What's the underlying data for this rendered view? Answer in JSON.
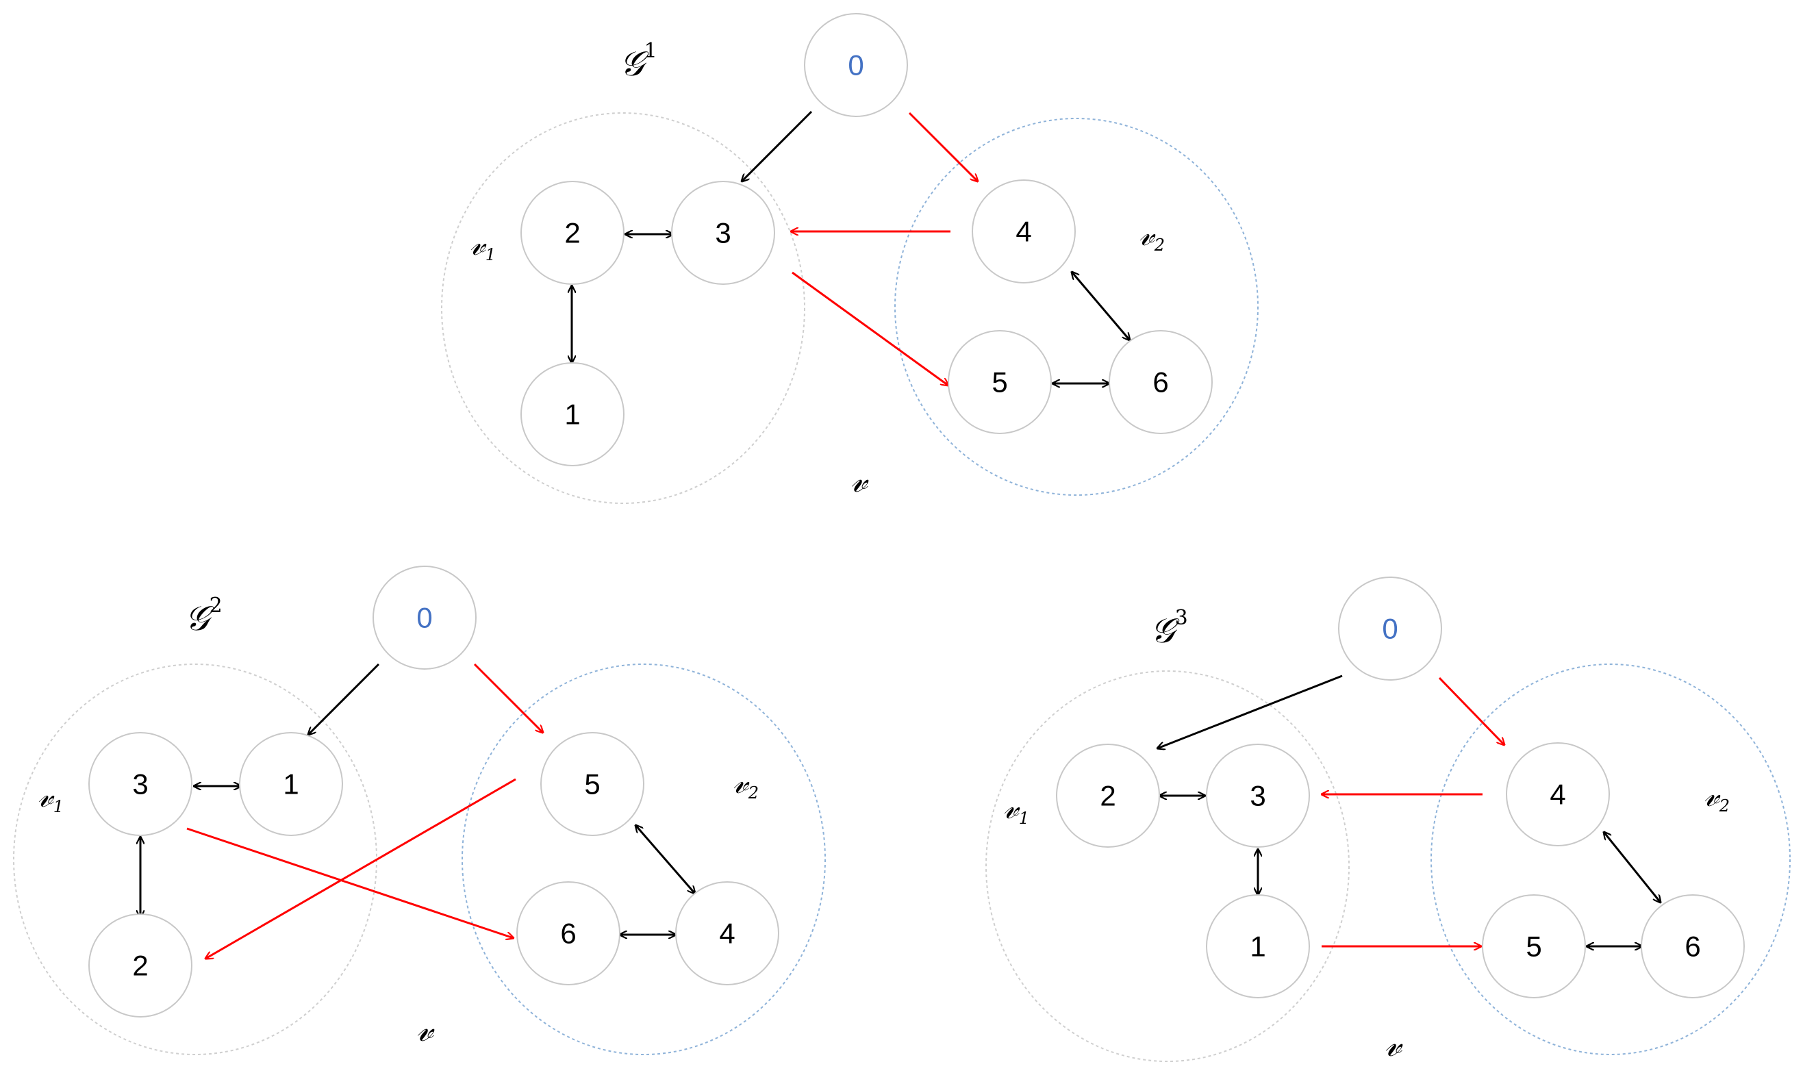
{
  "colors": {
    "node_stroke": "#c8c8c8",
    "root_text": "#4472c4",
    "node_text": "#000000",
    "edge_black": "#000000",
    "edge_red": "#ff0000",
    "cluster_gray": "#cfcfcf",
    "cluster_blue": "#8fb3d9"
  },
  "graphs": [
    {
      "id": "g1",
      "title_base": "𝒢",
      "title_sup": "1",
      "cluster1_label": "𝓋",
      "cluster1_sub": "1",
      "cluster2_label": "𝓋",
      "cluster2_sub": "2",
      "universe_label": "𝓋",
      "nodes": [
        {
          "id": "n0",
          "label": "0"
        },
        {
          "id": "n2",
          "label": "2"
        },
        {
          "id": "n3",
          "label": "3"
        },
        {
          "id": "n1",
          "label": "1"
        },
        {
          "id": "n4",
          "label": "4"
        },
        {
          "id": "n5",
          "label": "5"
        },
        {
          "id": "n6",
          "label": "6"
        }
      ]
    },
    {
      "id": "g2",
      "title_base": "𝒢",
      "title_sup": "2",
      "cluster1_label": "𝓋",
      "cluster1_sub": "1",
      "cluster2_label": "𝓋",
      "cluster2_sub": "2",
      "universe_label": "𝓋",
      "nodes": [
        {
          "id": "n0",
          "label": "0"
        },
        {
          "id": "n3",
          "label": "3"
        },
        {
          "id": "n1",
          "label": "1"
        },
        {
          "id": "n2",
          "label": "2"
        },
        {
          "id": "n5",
          "label": "5"
        },
        {
          "id": "n6",
          "label": "6"
        },
        {
          "id": "n4",
          "label": "4"
        }
      ]
    },
    {
      "id": "g3",
      "title_base": "𝒢",
      "title_sup": "3",
      "cluster1_label": "𝓋",
      "cluster1_sub": "1",
      "cluster2_label": "𝓋",
      "cluster2_sub": "2",
      "universe_label": "𝓋",
      "nodes": [
        {
          "id": "n0",
          "label": "0"
        },
        {
          "id": "n2",
          "label": "2"
        },
        {
          "id": "n3",
          "label": "3"
        },
        {
          "id": "n1",
          "label": "1"
        },
        {
          "id": "n4",
          "label": "4"
        },
        {
          "id": "n5",
          "label": "5"
        },
        {
          "id": "n6",
          "label": "6"
        }
      ]
    }
  ]
}
